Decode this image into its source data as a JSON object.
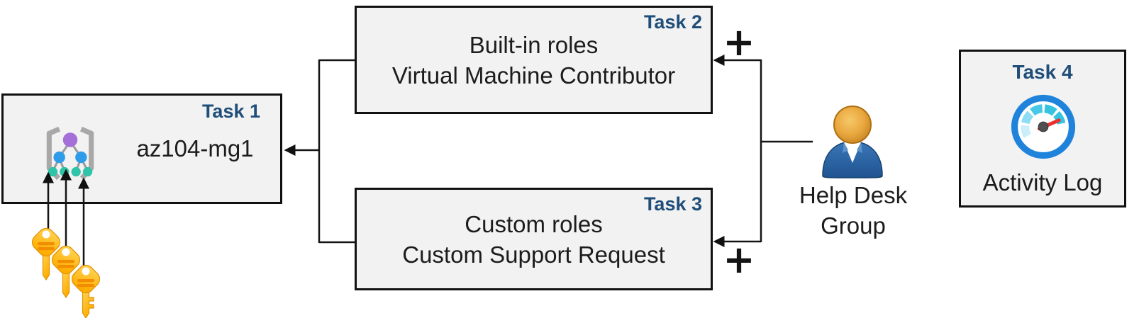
{
  "diagram": {
    "task1": {
      "badge": "Task 1",
      "title": "az104-mg1",
      "icon": "management-group-icon"
    },
    "task2": {
      "badge": "Task 2",
      "line1": "Built-in roles",
      "line2": "Virtual Machine Contributor"
    },
    "task3": {
      "badge": "Task 3",
      "line1": "Custom roles",
      "line2": "Custom Support Request"
    },
    "task4": {
      "badge": "Task 4",
      "title": "Activity Log",
      "icon": "activity-log-gauge-icon"
    },
    "person": {
      "line1": "Help Desk",
      "line2": "Group",
      "icon": "user-icon"
    },
    "plus_top": "+",
    "plus_bottom": "+",
    "keys_icon": "access-keys-icon",
    "colors": {
      "badge_blue": "#1F4E79",
      "box_fill": "#F2F2F2",
      "box_border": "#111111",
      "text": "#1C1C1C",
      "connector": "#141414",
      "key_gold": "#FFC425",
      "key_stripe": "#F28C00",
      "gauge_ring": "#1F83DC",
      "gauge_teal": "#35C3E0",
      "gauge_needle": "#E8312E",
      "person_body_blue": "#2F6BAE",
      "person_head_orange": "#E9A83F",
      "mg_purple": "#A56FD8",
      "mg_blue": "#2F9CEA",
      "mg_teal": "#2FC4A8",
      "mg_bracket": "#A8A8A8"
    }
  }
}
